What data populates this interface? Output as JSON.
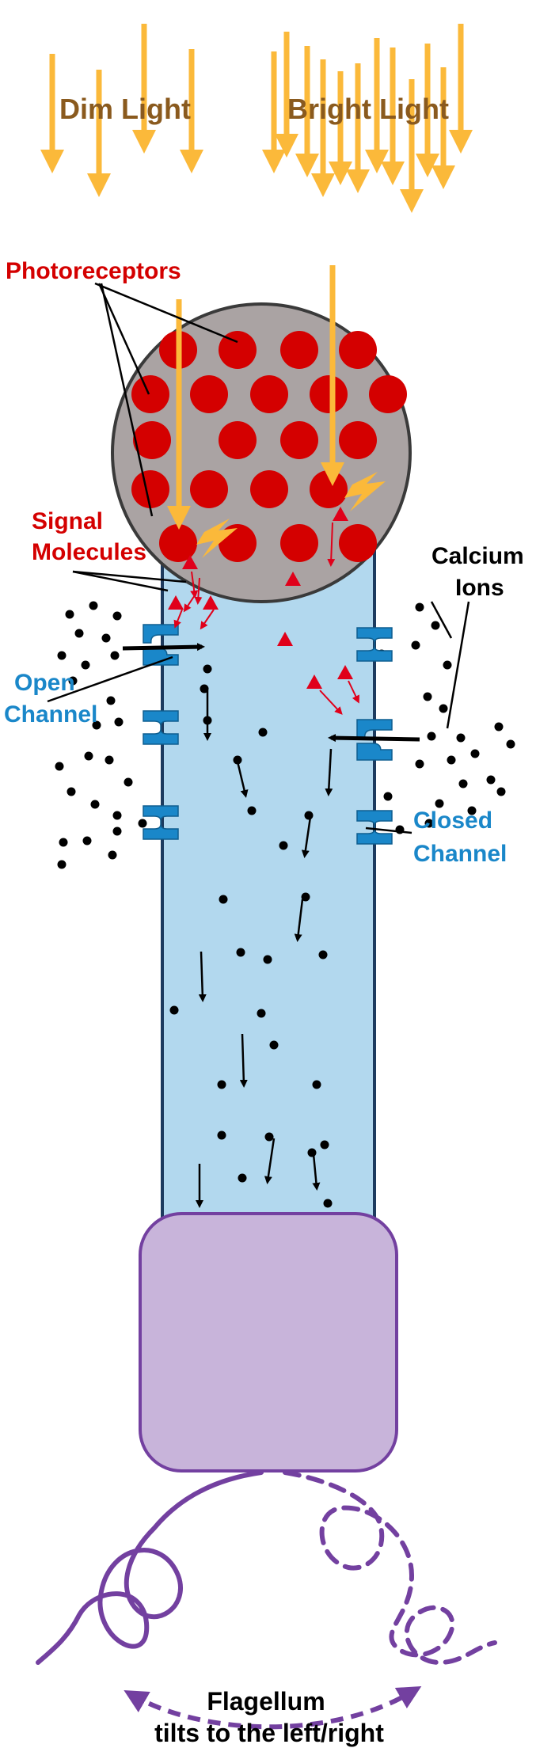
{
  "labels": {
    "dim_light": "Dim Light",
    "bright_light": "Bright Light",
    "photoreceptors": "Photoreceptors",
    "signal_molecules_1": "Signal",
    "signal_molecules_2": "Molecules",
    "calcium_ions_1": "Calcium",
    "calcium_ions_2": "Ions",
    "open_channel_1": "Open",
    "open_channel_2": "Channel",
    "closed_channel_1": "Closed",
    "closed_channel_2": "Channel",
    "flagellum_1": "Flagellum",
    "flagellum_2": "tilts to the left/right"
  },
  "colors": {
    "light_arrow": "#fbb93a",
    "light_label": "#8a5a1e",
    "photoreceptor": "#d40000",
    "eyespot": "#aaa3a3",
    "cell_body": "#b2d8ee",
    "cell_outline": "#1d3b5f",
    "channel": "#1a87c9",
    "calcium_ion": "#000000",
    "signal_molecule": "#e0001a",
    "nucleus_fill": "#c8b4da",
    "flagellum": "#7340a0"
  }
}
